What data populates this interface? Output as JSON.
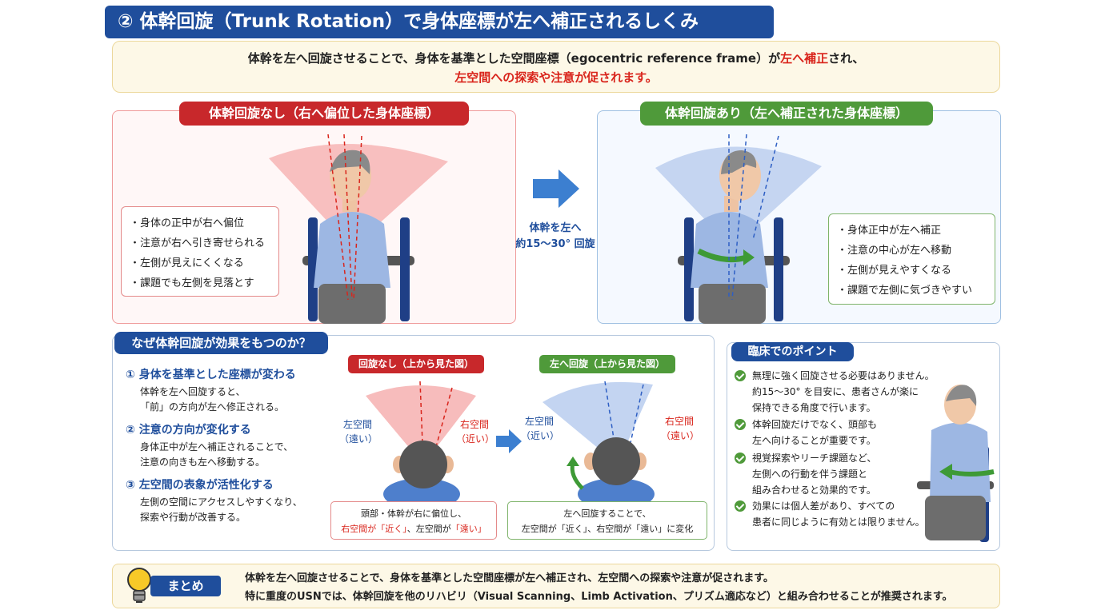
{
  "title": "② 体幹回旋（Trunk Rotation）で身体座標が左へ補正されるしくみ",
  "intro": {
    "line1_a": "体幹を左へ回旋させることで、身体を基準とした空間座標（egocentric reference frame）が",
    "line1_red": "左へ補正",
    "line1_b": "され、",
    "line2_red": "左空間への探索や注意が促されます。"
  },
  "left_panel": {
    "title": "体幹回旋なし（右へ偏位した身体座標）",
    "bullets": [
      "・身体の正中が右へ偏位",
      "・注意が右へ引き寄せられる",
      "・左側が見えにくくなる",
      "・課題でも左側を見落とす"
    ]
  },
  "arrow": {
    "line1": "体幹を左へ",
    "line2": "約15～30° 回旋"
  },
  "right_panel": {
    "title": "体幹回旋あり（左へ補正された身体座標）",
    "bullets": [
      "・身体正中が左へ補正",
      "・注意の中心が左へ移動",
      "・左側が見えやすくなる",
      "・課題で左側に気づきやすい"
    ]
  },
  "why": {
    "title": "なぜ体幹回旋が効果をもつのか？",
    "reasons": [
      {
        "head": "① 身体を基準とした座標が変わる",
        "body1": "体幹を左へ回旋すると、",
        "body2": "「前」の方向が左へ修正される。"
      },
      {
        "head": "② 注意の方向が変化する",
        "body1": "身体正中が左へ補正されることで、",
        "body2": "注意の向きも左へ移動する。"
      },
      {
        "head": "③ 左空間の表象が活性化する",
        "body1": "左側の空間にアクセスしやすくなり、",
        "body2": "探索や行動が改善する。"
      }
    ],
    "top_left": {
      "title": "回旋なし（上から見た図）",
      "left_label1": "左空間",
      "left_label2": "（遠い）",
      "right_label1": "右空間",
      "right_label2": "（近い）",
      "cap1": "頭部・体幹が右に偏位し、",
      "cap2_a": "右空間が「近く」",
      "cap2_b": "、左空間が",
      "cap2_c": "「遠い」"
    },
    "top_right": {
      "title": "左へ回旋（上から見た図）",
      "left_label1": "左空間",
      "left_label2": "（近い）",
      "right_label1": "右空間",
      "right_label2": "（遠い）",
      "cap1": "左へ回旋することで、",
      "cap2": "左空間が「近く」、右空間が「遠い」に変化"
    }
  },
  "clinic": {
    "title": "臨床でのポイント",
    "items": [
      [
        "無理に強く回旋させる必要はありません。",
        "約15～30° を目安に、患者さんが楽に",
        "保持できる角度で行います。"
      ],
      [
        "体幹回旋だけでなく、頭部も",
        "左へ向けることが重要です。"
      ],
      [
        "視覚探索やリーチ課題など、",
        "左側への行動を伴う課題と",
        "組み合わせると効果的です。"
      ],
      [
        "効果には個人差があり、すべての",
        "患者に同じように有効とは限りません。"
      ]
    ]
  },
  "summary": {
    "label": "まとめ",
    "line1": "体幹を左へ回旋させることで、身体を基準とした空間座標が左へ補正され、左空間への探索や注意が促されます。",
    "line2": "特に重度のUSNでは、体幹回旋を他のリハビリ（Visual Scanning、Limb Activation、プリズム適応など）と組み合わせることが推奨されます。"
  },
  "colors": {
    "navy": "#1f4e9c",
    "red": "#c8282b",
    "green": "#4f9a3a",
    "cream": "#fdf8e7"
  }
}
